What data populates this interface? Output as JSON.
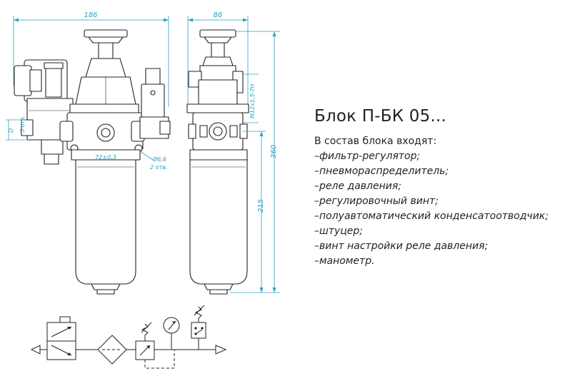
{
  "title": "Блок П-БК 05...",
  "composition_intro": "В состав блока входят:",
  "components": [
    "–фильтр-регулятор;",
    "–пневмораспределитель;",
    "–реле давления;",
    "–регулировочный винт;",
    "–полуавтоматический конденсатоотводчик;",
    "–штуцер;",
    "–винт настройки реле давления;",
    "–манометр."
  ],
  "dimensions": {
    "front_width": "186",
    "side_width": "86",
    "total_height": "360",
    "bowl_height": "215",
    "port_spacing": "72±0,3",
    "hole_diameter": "Ø6,6",
    "hole_count": "2 отв.",
    "thread": "M12x1,5-7H",
    "port_d": "D",
    "port_count": "5 отв."
  },
  "colors": {
    "dimension": "#2aa0c8",
    "ink": "#222222"
  }
}
